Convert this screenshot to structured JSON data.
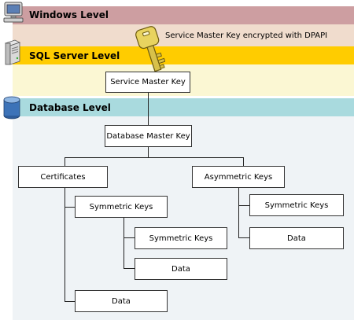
{
  "levels": {
    "windows": "Windows Level",
    "sql_server": "SQL Server Level",
    "database": "Database Level"
  },
  "colors": {
    "windows_header": "#cd9ea1",
    "windows_body": "#f0dccd",
    "sql_header": "#ffcc00",
    "sql_body": "#fbf7d3",
    "db_header": "#a9dade",
    "db_body": "#eff3f6"
  },
  "dpapi_caption": "Service Master Key encrypted with DPAPI",
  "nodes": {
    "service_master_key": "Service Master Key",
    "database_master_key": "Database Master Key",
    "certificates": "Certificates",
    "asymmetric_keys": "Asymmetric Keys",
    "cert_symmetric_keys": "Symmetric Keys",
    "nested_symmetric_keys": "Symmetric Keys",
    "nested_data": "Data",
    "cert_data": "Data",
    "asym_symmetric_keys": "Symmetric Keys",
    "asym_data": "Data"
  },
  "icons": [
    "computer-icon",
    "server-icon",
    "database-icon",
    "key-icon"
  ]
}
